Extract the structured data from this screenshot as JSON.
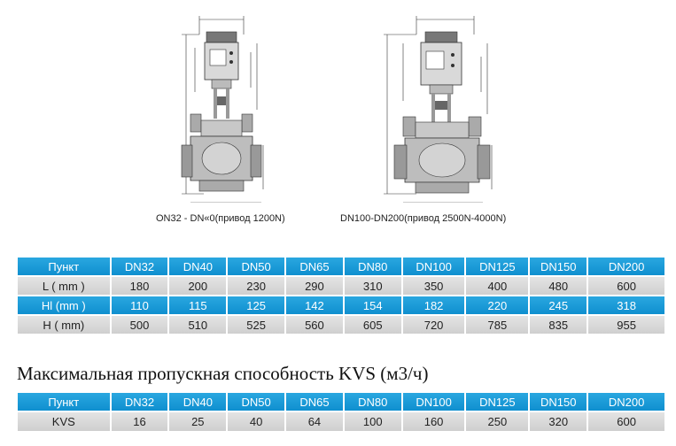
{
  "captions": {
    "left": "ON32 - DN«0(привод 1200N)",
    "right": "DN100-DN200(привод 2500N-4000N)"
  },
  "table1": {
    "header": [
      "Пункт",
      "DN32",
      "DN40",
      "DN50",
      "DN65",
      "DN80",
      "DN100",
      "DN125",
      "DN150",
      "DN200"
    ],
    "rows": [
      [
        "L ( mm )",
        "180",
        "200",
        "230",
        "290",
        "310",
        "350",
        "400",
        "480",
        "600"
      ],
      [
        "Hl (mm )",
        "110",
        "115",
        "125",
        "142",
        "154",
        "182",
        "220",
        "245",
        "318"
      ],
      [
        "H ( mm)",
        "500",
        "510",
        "525",
        "560",
        "605",
        "720",
        "785",
        "835",
        "955"
      ]
    ]
  },
  "kvs_title": "Максимальная пропускная способность KVS (м3/ч)",
  "table2": {
    "header": [
      "Пункт",
      "DN32",
      "DN40",
      "DN50",
      "DN65",
      "DN80",
      "DN100",
      "DN125",
      "DN150",
      "DN200"
    ],
    "rows": [
      [
        "KVS",
        "16",
        "25",
        "40",
        "64",
        "100",
        "160",
        "250",
        "320",
        "600"
      ]
    ]
  }
}
